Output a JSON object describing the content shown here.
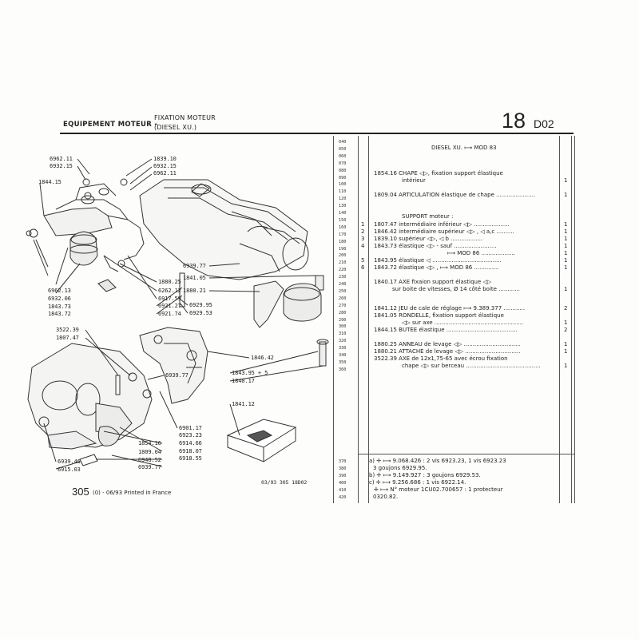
{
  "header": {
    "title": "EQUIPEMENT MOTEUR -",
    "subtitle_line1": "FIXATION MOTEUR",
    "subtitle_line2": "(DIESEL XU.)",
    "section_number": "18",
    "section_code": "D02"
  },
  "callouts": [
    "6962.11",
    "6932.15",
    "1844.15",
    "1839.10",
    "6932.15",
    "6962.11",
    "6962.13",
    "6932.06",
    "1843.73",
    "1843.72",
    "1880.25",
    "6262.12",
    "6917.59",
    "6921.27",
    "6921.74",
    "6939.77",
    "1841.05",
    "1880.21",
    "6929.95",
    "6929.53",
    "3522.39",
    "1807.47",
    "6939.77",
    "1846.42",
    "1843.95 + 5",
    "1840.17",
    "1841.12",
    "6901.17",
    "6923.23",
    "6914.66",
    "6918.07",
    "6918.55",
    "1854.16",
    "1809.04",
    "6948.52",
    "6939.77",
    "6939.46",
    "6915.03"
  ],
  "drawing_ref": "03/93 305 18D02",
  "footer": {
    "page": "305",
    "page_suffix": "(0) - 06/93 Printed in France"
  },
  "line_numbers": [
    "040",
    "050",
    "060",
    "070",
    "080",
    "090",
    "100",
    "110",
    "120",
    "130",
    "140",
    "150",
    "160",
    "170",
    "180",
    "190",
    "200",
    "210",
    "220",
    "230",
    "240",
    "250",
    "260",
    "270",
    "280",
    "290",
    "300",
    "310",
    "320",
    "330",
    "340",
    "350",
    "360"
  ],
  "parts": [
    {
      "ref": "",
      "text": "DIESEL XU. ⟼ MOD 83",
      "qty": ""
    },
    {
      "ref": "",
      "text": "1854.16 CHAPE ◁▷, fixation support élastique",
      "qty": ""
    },
    {
      "ref": "",
      "text": "intérieur",
      "qty": "1"
    },
    {
      "ref": "",
      "text": "1809.04 ARTICULATION élastique de chape ......................",
      "qty": "1"
    },
    {
      "ref": "",
      "text": "SUPPORT moteur :",
      "qty": ""
    },
    {
      "ref": "1",
      "text": "1807.47  intermédiaire inférieur ◁▷ ....................",
      "qty": "1"
    },
    {
      "ref": "2",
      "text": "1846.42  intermédiaire supérieur ◁▷ ,  ◁ a,c ..........",
      "qty": "1"
    },
    {
      "ref": "3",
      "text": "1839.10  supérieur ◁▷,  ◁ b ..................",
      "qty": "1"
    },
    {
      "ref": "4",
      "text": "1843.73  élastique ◁▷ - sauf ........................",
      "qty": "1"
    },
    {
      "ref": "",
      "text": "⟼ MOD 86 ...................",
      "qty": "1"
    },
    {
      "ref": "5",
      "text": "1843.95  élastique ◁ .......................................",
      "qty": "1"
    },
    {
      "ref": "6",
      "text": "1843.72  élastique ◁▷ ,  ⟼ MOD 86 ..............",
      "qty": "1"
    },
    {
      "ref": "",
      "text": "1840.17 AXE fixaion support élastique ◁▷",
      "qty": ""
    },
    {
      "ref": "",
      "text": "sur boite de vitesses, Ø 14 côté boite ............",
      "qty": "1"
    },
    {
      "ref": "",
      "text": "1841.12 JEU de cale de réglage ⟼ 9.389.377 ............",
      "qty": "2"
    },
    {
      "ref": "",
      "text": "1841.05 RONDELLE, fixation support élastique",
      "qty": ""
    },
    {
      "ref": "",
      "text": "◁▷ sur axe ..................................................",
      "qty": "1"
    },
    {
      "ref": "",
      "text": "1844.15 BUTEE élastique ........................................",
      "qty": "2"
    },
    {
      "ref": "",
      "text": "1880.25 ANNEAU de levage ◁▷ ................................",
      "qty": "1"
    },
    {
      "ref": "",
      "text": "1880.21 ATTACHE de levage ◁▷ ...............................",
      "qty": "1"
    },
    {
      "ref": "",
      "text": "3522.39 AXE de 12x1,75-65 avec écrou fixation",
      "qty": ""
    },
    {
      "ref": "",
      "text": "chape ◁▷ sur berceau ..........................................",
      "qty": "1"
    }
  ],
  "notes_line_numbers": [
    "370",
    "380",
    "390",
    "400",
    "410",
    "420"
  ],
  "notes": [
    "a) ✛ ⟼ 9.068.426 : 2 vis 6923.23, 1 vis 6923.23",
    "3 goujons 6929.95.",
    "b) ✛ ⟼ 9.149.927 : 3 goujons 6929.53.",
    "c) ✛ ⟼ 9.256.686 : 1 vis 6922.14.",
    "✛ ⟼ N° moteur 1CU02.700657 : 1 protecteur",
    "0320.82."
  ]
}
